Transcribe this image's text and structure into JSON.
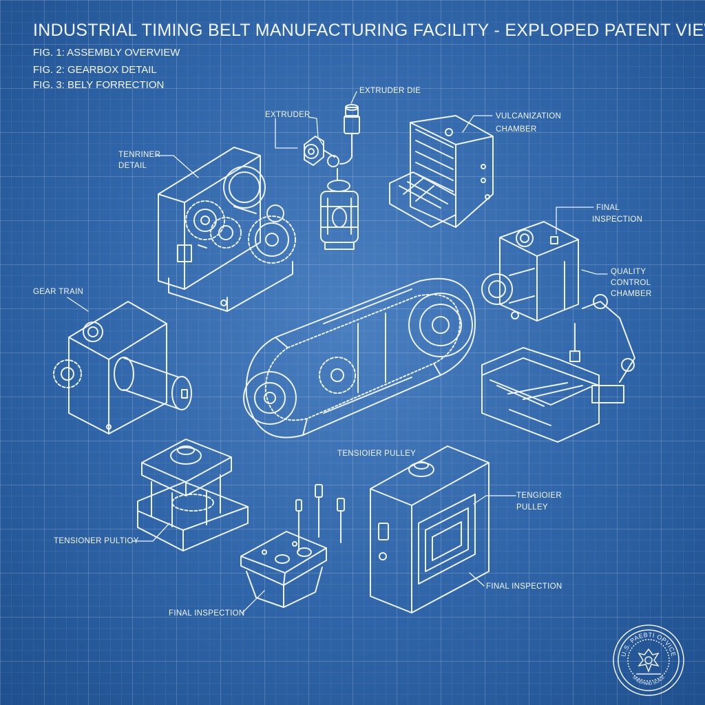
{
  "title": "INDUSTRIAL TIMING BELT MANUFACTURING FACILITY - EXPLOPED PATENT VIEW",
  "figure_list": [
    "FIG. 1: ASSEMBLY OVERVIEW",
    "FIG. 2: GEARBOX DETAIL",
    "FIG. 3: BELY FORRECTION"
  ],
  "labels": {
    "extruder_die": "EXTRUDER DIE",
    "extruder": "EXTRUDER",
    "vulcanization": "VULCANIZATION",
    "chamber": "CHAMBER",
    "tensioner_detail_1": "TENRINER",
    "tensioner_detail_2": "DETAIL",
    "final_inspection_1": "FINAL",
    "final_inspection_2": "INSPECTION",
    "quality_control_1": "QUALITY",
    "quality_control_2": "CONTROL",
    "quality_control_3": "CHAMBER",
    "gear_train": "GEAR TRAIN",
    "tensioner_pulley_center": "TENSIOIER PULLEY",
    "tensioner_pulley_right_1": "TENGIOIER",
    "tensioner_pulley_right_2": "PULLEY",
    "tensioner_pulley_left": "TENSIONER PULTIOY",
    "final_inspection_bottom_left": "FINAL INSPECTION",
    "final_inspection_bottom_right": "FINAL INSPECTION"
  },
  "seal": {
    "top_text": "U.S. PAEBTI OPVICE",
    "bottom_text": "SHEEPARD SCALE"
  },
  "colors": {
    "background": "#2f65a8",
    "line": "#eef4ff"
  }
}
